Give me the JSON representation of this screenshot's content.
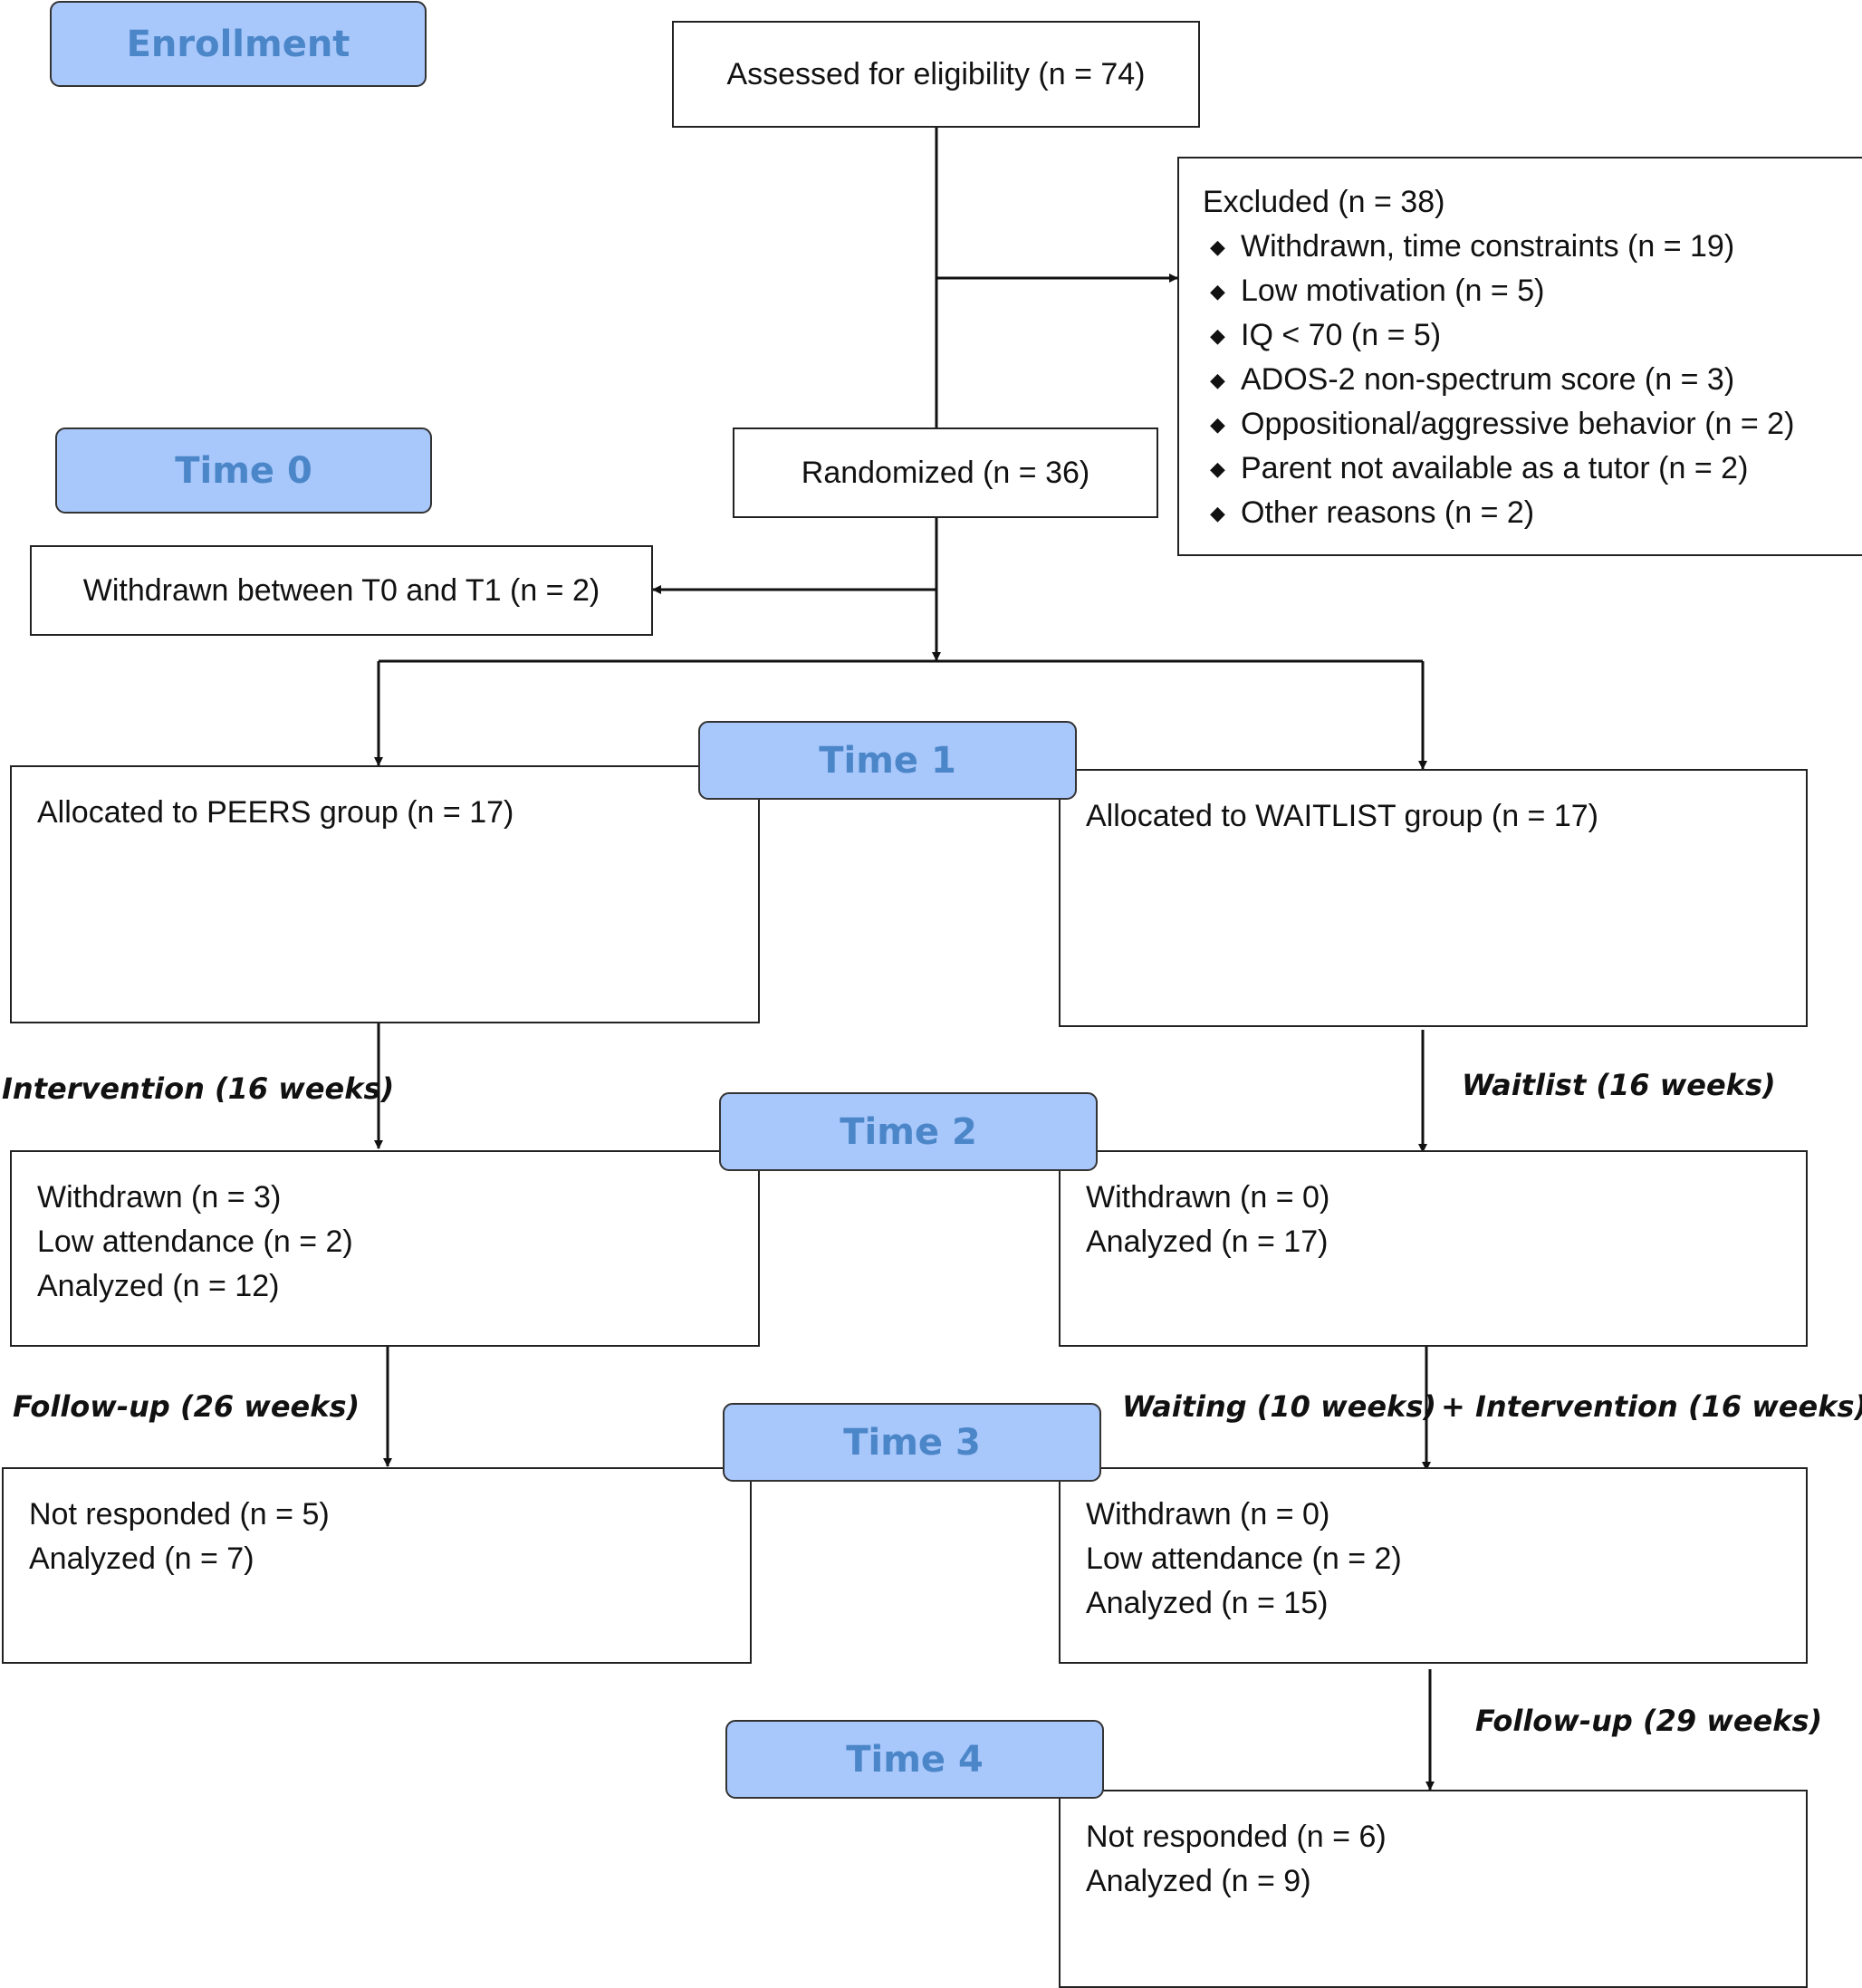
{
  "stages": {
    "enrollment": "Enrollment",
    "time0": "Time 0",
    "time1": "Time 1",
    "time2": "Time 2",
    "time3": "Time 3",
    "time4": "Time 4"
  },
  "assessed": "Assessed for eligibility (n = 74)",
  "excluded": {
    "title": "Excluded (n = 38)",
    "bullet_icon": "diamond-bullet",
    "items": [
      "Withdrawn, time constraints (n = 19)",
      "Low motivation (n = 5)",
      "IQ < 70 (n = 5)",
      "ADOS-2 non-spectrum score (n = 3)",
      "Oppositional/aggressive behavior (n = 2)",
      "Parent not available as a tutor (n = 2)",
      "Other reasons (n = 2)"
    ]
  },
  "randomized": "Randomized (n = 36)",
  "withdrawn_t0_t1": "Withdrawn between T0 and T1 (n = 2)",
  "peers": {
    "t1": [
      "Allocated to PEERS group (n = 17)"
    ],
    "t2": [
      "Withdrawn (n = 3)",
      "Low attendance (n = 2)",
      "Analyzed (n = 12)"
    ],
    "t3": [
      "Not responded (n = 5)",
      "Analyzed (n = 7)"
    ]
  },
  "waitlist": {
    "t1": [
      "Allocated to WAITLIST group (n = 17)"
    ],
    "t2": [
      "Withdrawn (n = 0)",
      "Analyzed (n = 17)"
    ],
    "t3": [
      "Withdrawn (n = 0)",
      "Low attendance (n = 2)",
      "Analyzed (n = 15)"
    ],
    "t4": [
      "Not responded (n = 6)",
      "Analyzed (n = 9)"
    ]
  },
  "phases": {
    "intervention": "Intervention (16 weeks)",
    "waitlist": "Waitlist (16 weeks)",
    "followup_peers": "Follow-up (26 weeks)",
    "waiting": "Waiting (10 weeks)",
    "plus_intervention": "+ Intervention (16 weeks)",
    "followup_waitlist": "Follow-up (29 weeks)"
  },
  "colors": {
    "stage_fill": "#a8c7fa",
    "stage_text": "#4b86c9",
    "line": "#111111"
  }
}
